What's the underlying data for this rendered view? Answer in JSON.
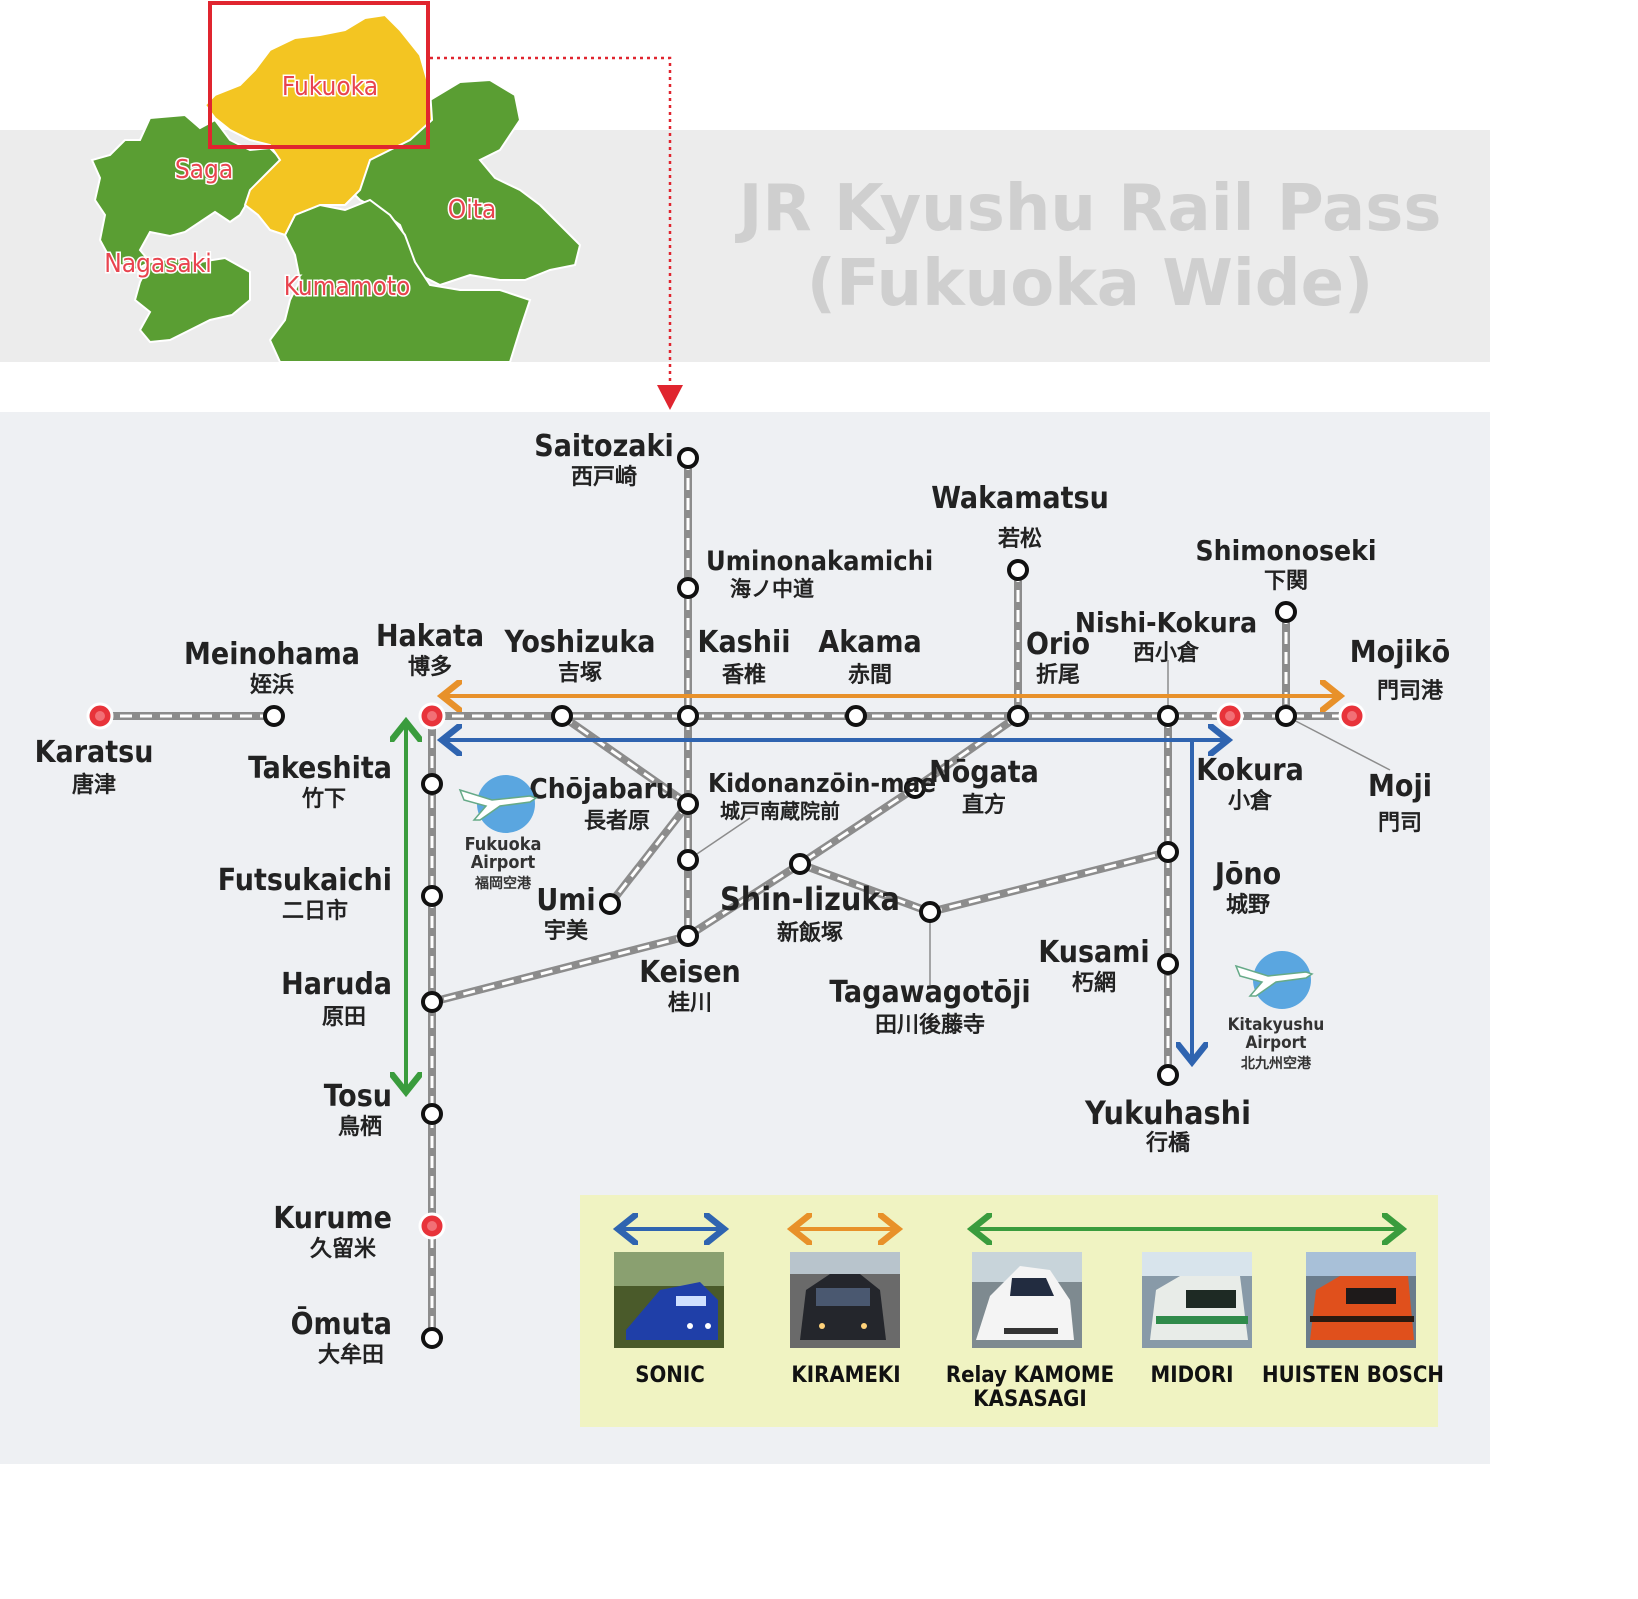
{
  "title": {
    "line1": "JR Kyushu Rail Pass",
    "line2": "(Fukuoka Wide)"
  },
  "inset_map": {
    "prefectures": {
      "fukuoka": "Fukuoka",
      "saga": "Saga",
      "oita": "Oita",
      "nagasaki": "Nagasaki",
      "kumamoto": "Kumamoto"
    },
    "highlight_color": "#f3c522",
    "other_color": "#5a9e33"
  },
  "stations": {
    "saitozaki": {
      "en": "Saitozaki",
      "ja": "西戸崎"
    },
    "uminonakamichi": {
      "en": "Uminonakamichi",
      "ja": "海ノ中道"
    },
    "wakamatsu": {
      "en": "Wakamatsu",
      "ja": "若松"
    },
    "shimonoseki": {
      "en": "Shimonoseki",
      "ja": "下関"
    },
    "meinohama": {
      "en": "Meinohama",
      "ja": "姪浜"
    },
    "hakata": {
      "en": "Hakata",
      "ja": "博多"
    },
    "yoshizuka": {
      "en": "Yoshizuka",
      "ja": "吉塚"
    },
    "kashii": {
      "en": "Kashii",
      "ja": "香椎"
    },
    "akama": {
      "en": "Akama",
      "ja": "赤間"
    },
    "orio": {
      "en": "Orio",
      "ja": "折尾"
    },
    "nishikokura": {
      "en": "Nishi-Kokura",
      "ja": "西小倉"
    },
    "mojiko": {
      "en": "Mojikō",
      "ja": "門司港"
    },
    "karatsu": {
      "en": "Karatsu",
      "ja": "唐津"
    },
    "takeshita": {
      "en": "Takeshita",
      "ja": "竹下"
    },
    "chojabaru": {
      "en": "Chōjabaru",
      "ja": "長者原"
    },
    "kidonanzoin": {
      "en": "Kidonanzōin-mae",
      "ja": "城戸南蔵院前"
    },
    "nogata": {
      "en": "Nōgata",
      "ja": "直方"
    },
    "kokura": {
      "en": "Kokura",
      "ja": "小倉"
    },
    "moji": {
      "en": "Moji",
      "ja": "門司"
    },
    "futsukaichi": {
      "en": "Futsukaichi",
      "ja": "二日市"
    },
    "umi": {
      "en": "Umi",
      "ja": "宇美"
    },
    "shiniizuka": {
      "en": "Shin-Iizuka",
      "ja": "新飯塚"
    },
    "jono": {
      "en": "Jōno",
      "ja": "城野"
    },
    "keisen": {
      "en": "Keisen",
      "ja": "桂川"
    },
    "tagawagotoji": {
      "en": "Tagawagotōji",
      "ja": "田川後藤寺"
    },
    "kusami": {
      "en": "Kusami",
      "ja": "朽網"
    },
    "haruda": {
      "en": "Haruda",
      "ja": "原田"
    },
    "tosu": {
      "en": "Tosu",
      "ja": "鳥栖"
    },
    "yukuhashi": {
      "en": "Yukuhashi",
      "ja": "行橋"
    },
    "kurume": {
      "en": "Kurume",
      "ja": "久留米"
    },
    "omuta": {
      "en": "Ōmuta",
      "ja": "大牟田"
    }
  },
  "airports": {
    "fukuoka": {
      "en1": "Fukuoka",
      "en2": "Airport",
      "ja": "福岡空港"
    },
    "kitakyushu": {
      "en1": "Kitakyushu",
      "en2": "Airport",
      "ja": "北九州空港"
    }
  },
  "legend": {
    "trains": [
      {
        "label": "SONIC",
        "color": "#2f64b0"
      },
      {
        "label": "KIRAMEKI",
        "color": "#e8912a"
      },
      {
        "label1": "Relay KAMOME",
        "label2": "KASASAGI",
        "color": "#3a9c3d"
      },
      {
        "label": "MIDORI",
        "color": "#3a9c3d"
      },
      {
        "label": "HUISTEN BOSCH",
        "color": "#3a9c3d"
      }
    ]
  },
  "colors": {
    "sonic": "#2f64b0",
    "kirameki": "#e8912a",
    "green_route": "#3a9c3d",
    "major_station": "#e8333a",
    "track": "#8c8c8c"
  }
}
